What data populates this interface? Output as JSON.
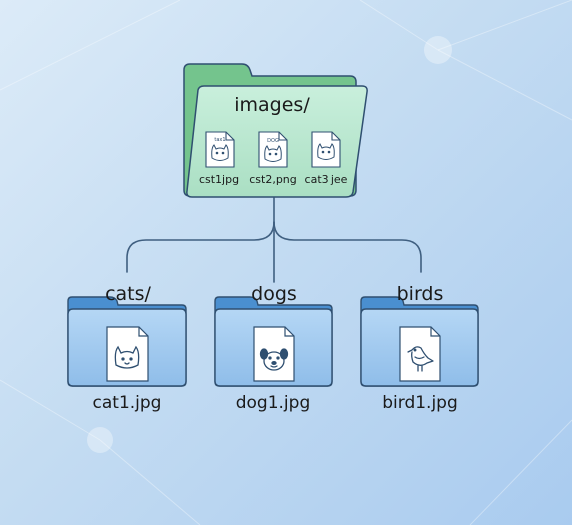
{
  "root_folder": {
    "name": "images/",
    "files": [
      {
        "icon": "cat-face-icon",
        "tag": "tax1",
        "name": "cst1jpg"
      },
      {
        "icon": "cat-face-icon",
        "tag": "DOG",
        "name": "cst2,png"
      },
      {
        "icon": "cat-face-icon",
        "tag": "",
        "name": "cat3 jee"
      }
    ]
  },
  "subfolders": [
    {
      "name": "cats/",
      "file": {
        "icon": "cat-face-icon",
        "name": "cat1.jpg"
      }
    },
    {
      "name": "dogs",
      "file": {
        "icon": "dog-face-icon",
        "name": "dog1.jpg"
      }
    },
    {
      "name": "birds",
      "file": {
        "icon": "bird-icon",
        "name": "bird1.jpg"
      }
    }
  ],
  "colors": {
    "root_folder_back": "#74c48d",
    "root_folder_front": "#bfe8d3",
    "sub_folder_back": "#4a8fd0",
    "sub_folder_front": "#9cc6ef",
    "connector": "#3f5f80",
    "outline": "#2f4f70"
  }
}
